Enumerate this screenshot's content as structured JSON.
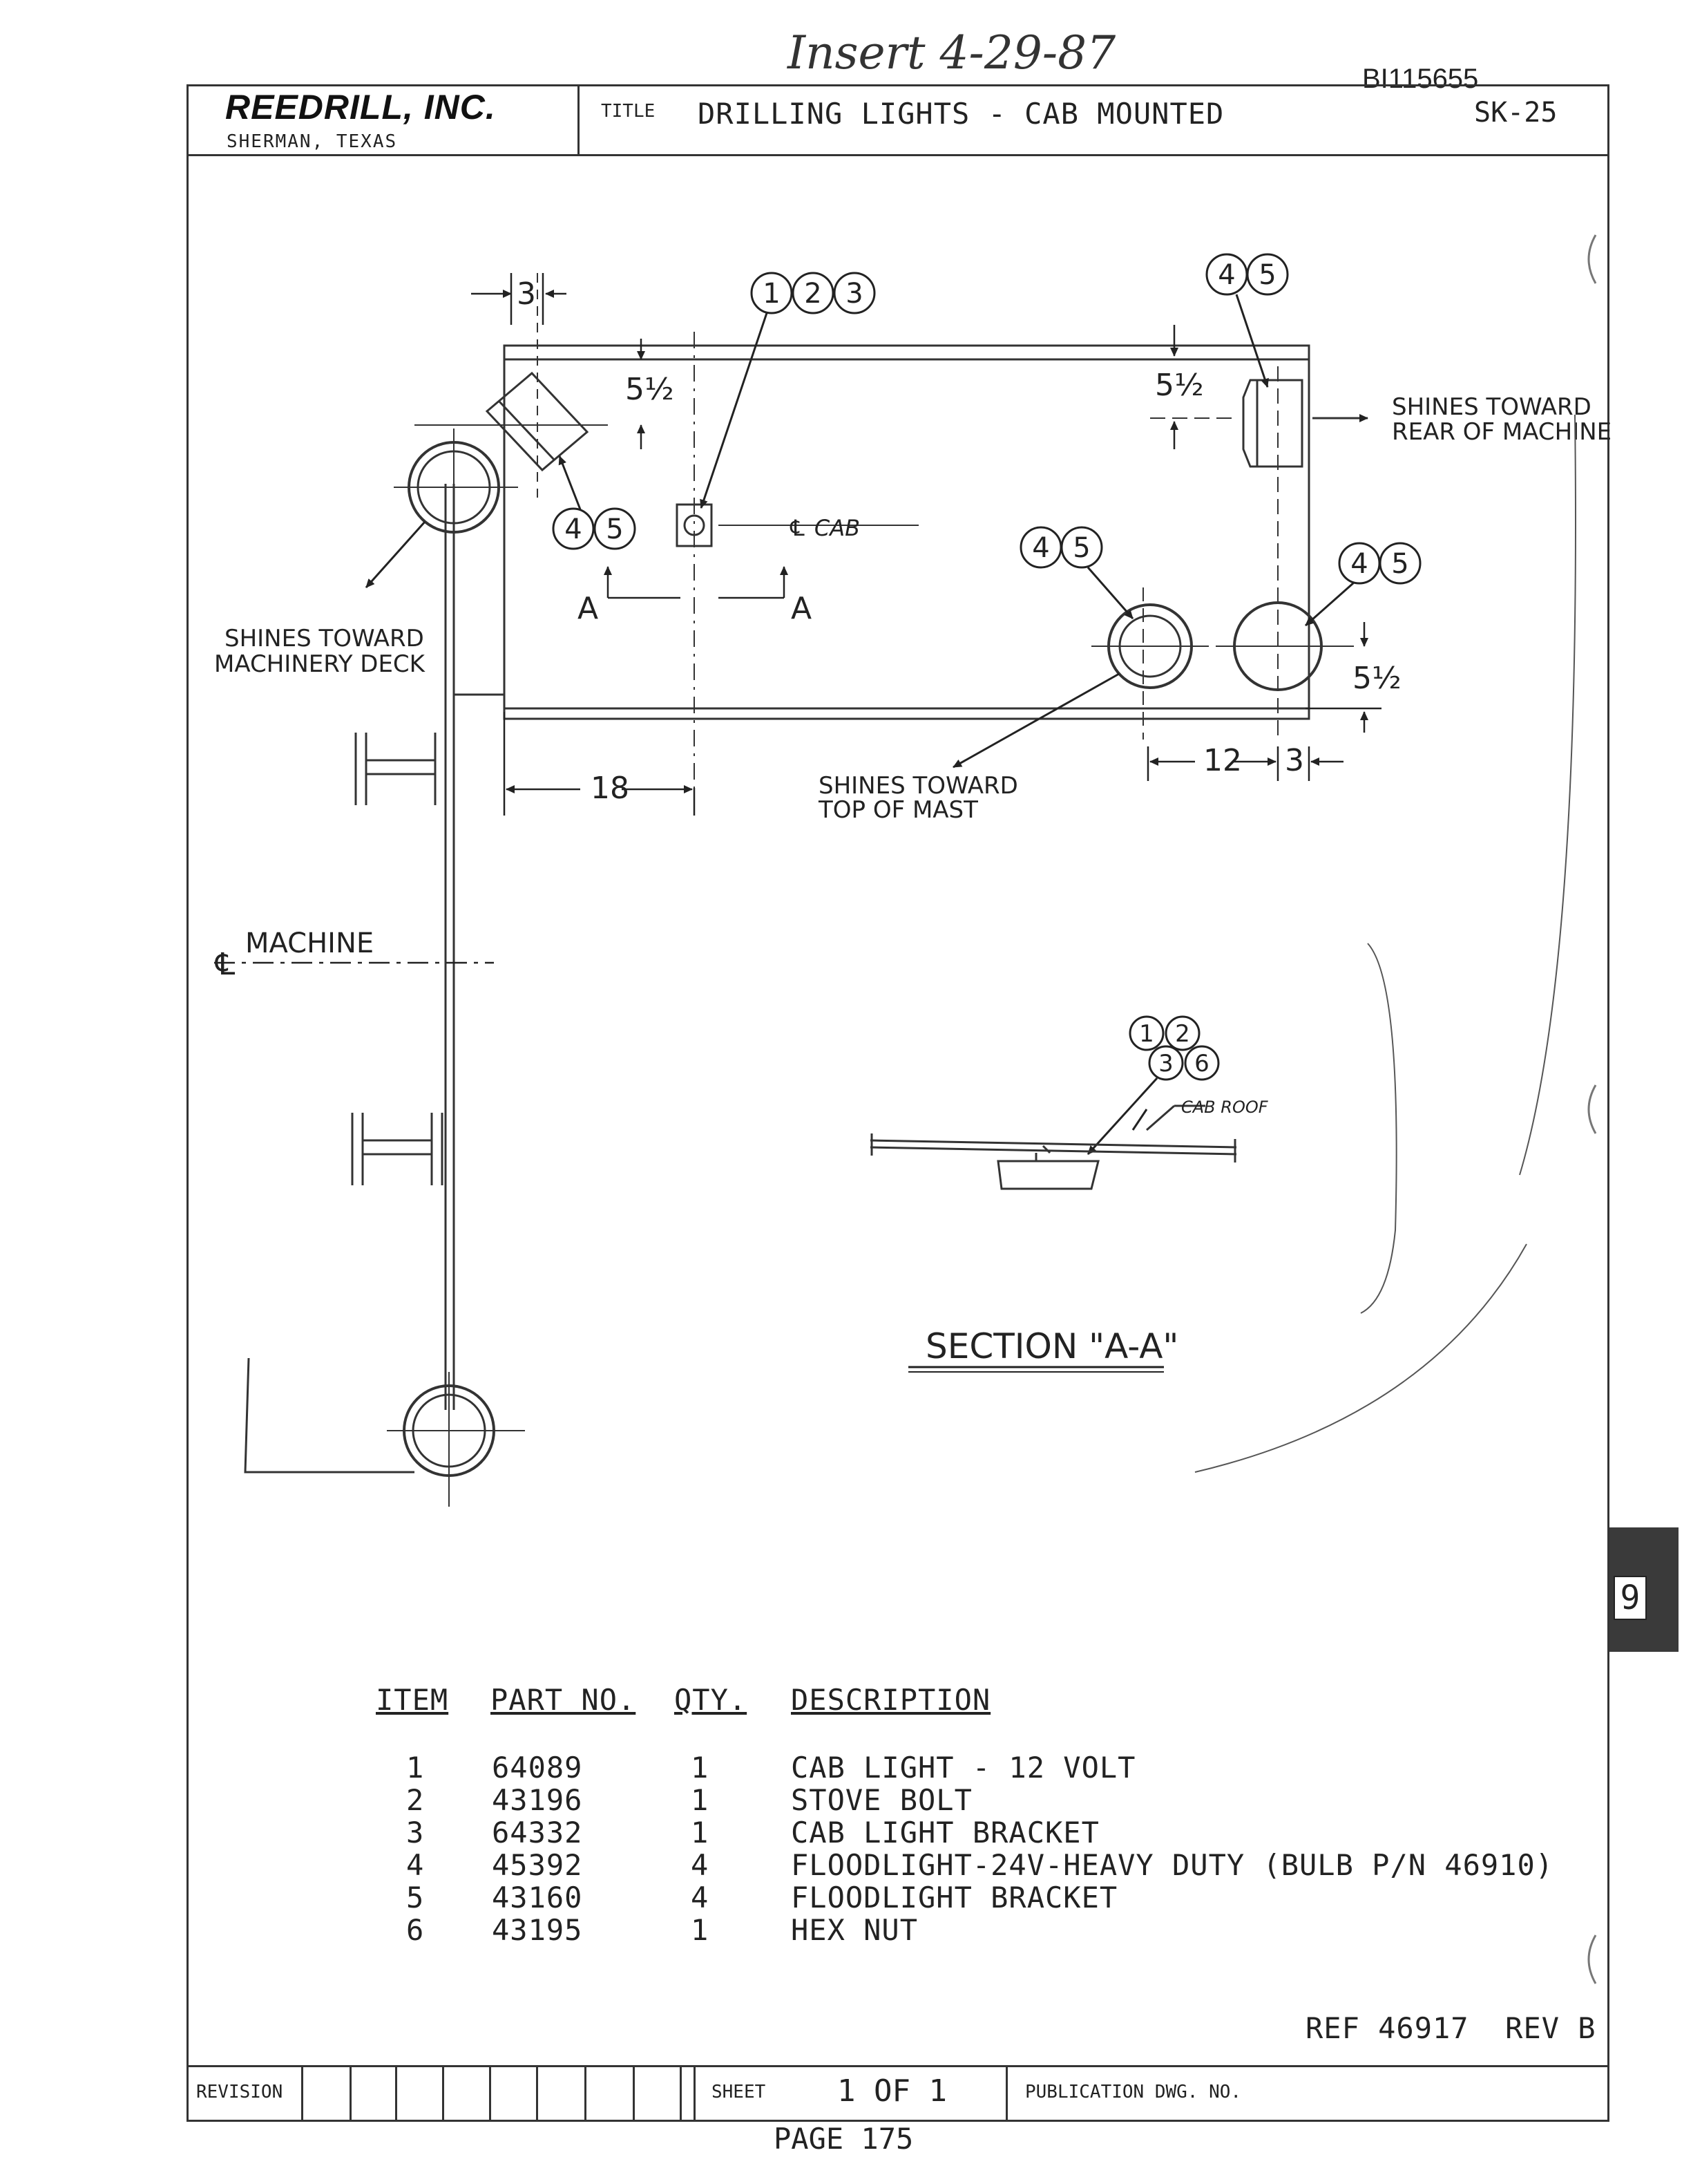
{
  "handwritten_note": "Insert 4-29-87",
  "document_id": "BI115655",
  "title_block": {
    "company": "REEDRILL, INC.",
    "location": "SHERMAN, TEXAS",
    "title_label": "TITLE",
    "title": "DRILLING LIGHTS - CAB MOUNTED",
    "sheet_code": "SK-25"
  },
  "drawing": {
    "balloons_top_center": [
      "1",
      "2",
      "3"
    ],
    "balloons_top_right": [
      "4",
      "5"
    ],
    "balloons_left_light": [
      "4",
      "5"
    ],
    "balloons_center_light": [
      "4",
      "5"
    ],
    "balloons_right_light": [
      "4",
      "5"
    ],
    "balloons_section": [
      "1",
      "2",
      "3",
      "6"
    ],
    "dim_left_3": "3",
    "dim_left_5half": "5½",
    "dim_right_5half_top": "5½",
    "dim_right_5half_low": "5½",
    "dim_18": "18",
    "dim_12": "12",
    "dim_3_bottom": "3",
    "cab_centerline": "℄ CAB",
    "section_mark_left": "A",
    "section_mark_right": "A",
    "note_rear_line1": "SHINES TOWARD",
    "note_rear_line2": "REAR OF MACHINE",
    "note_deck_line1": "SHINES TOWARD",
    "note_deck_line2": "MACHINERY DECK",
    "note_mast_line1": "SHINES TOWARD",
    "note_mast_line2": "TOP OF MAST",
    "machine_centerline": "MACHINE",
    "cab_roof": "CAB ROOF",
    "section_title": "SECTION \"A-A\""
  },
  "parts_list": {
    "headers": [
      "ITEM",
      "PART NO.",
      "QTY.",
      "DESCRIPTION"
    ],
    "rows": [
      [
        "1",
        "64089",
        "1",
        "CAB LIGHT - 12 VOLT"
      ],
      [
        "2",
        "43196",
        "1",
        "STOVE BOLT"
      ],
      [
        "3",
        "64332",
        "1",
        "CAB LIGHT BRACKET"
      ],
      [
        "4",
        "45392",
        "4",
        "FLOODLIGHT-24V-HEAVY DUTY (BULB P/N 46910)"
      ],
      [
        "5",
        "43160",
        "4",
        "FLOODLIGHT BRACKET"
      ],
      [
        "6",
        "43195",
        "1",
        "HEX NUT"
      ]
    ]
  },
  "footer": {
    "ref": "REF 46917",
    "rev": "REV  B",
    "revision_label": "REVISION",
    "sheet_label": "SHEET",
    "sheet_value": "1 OF 1",
    "publication_label": "PUBLICATION DWG. NO.",
    "page": "PAGE 175"
  },
  "tab_number": "9"
}
